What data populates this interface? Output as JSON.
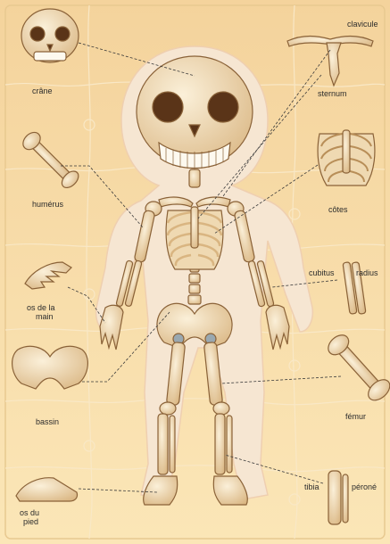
{
  "labels": {
    "crane": "crâne",
    "clavicule": "clavicule",
    "sternum": "sternum",
    "humerus": "humérus",
    "cotes": "côtes",
    "cubitus": "cubitus",
    "radius": "radius",
    "os_main_1": "os de la",
    "os_main_2": "main",
    "bassin": "bassin",
    "femur": "fémur",
    "tibia": "tibia",
    "perone": "péroné",
    "os_pied_1": "os du",
    "os_pied_2": "pied"
  },
  "colors": {
    "background": "#f3d9a6",
    "bone": "#e9cf9f",
    "bone_outline": "#8a6238",
    "silhouette": "#f6e6d2",
    "leader_line": "#3a3a3a"
  }
}
